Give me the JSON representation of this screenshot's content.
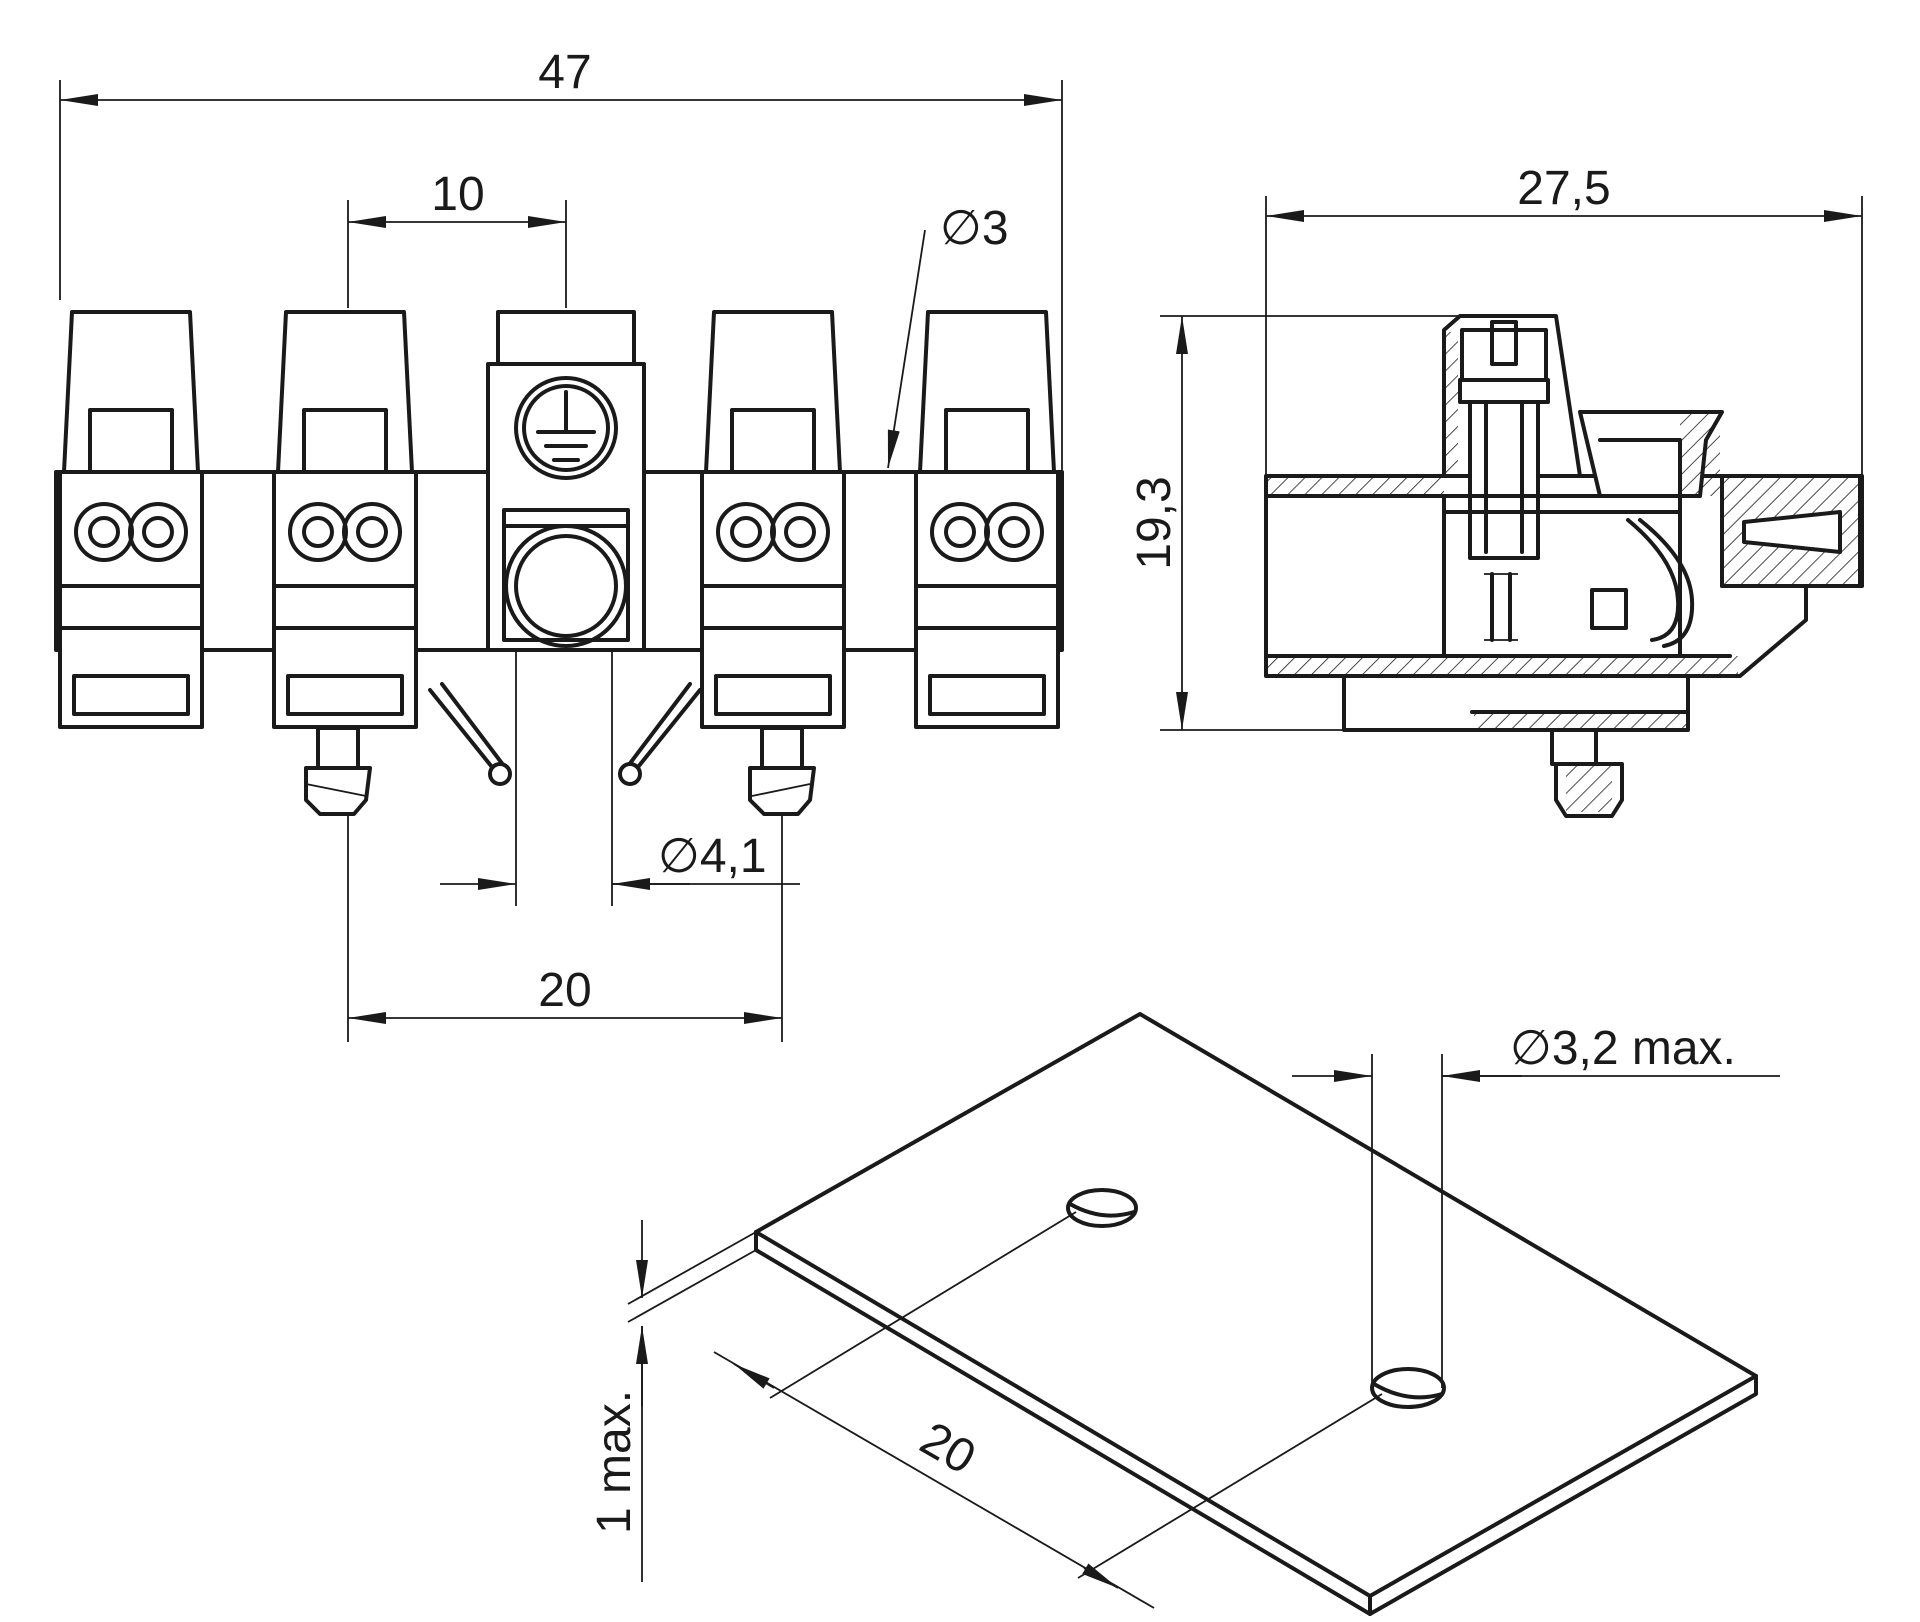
{
  "dimensions": {
    "overall_width": "47",
    "pitch": "10",
    "wire_hole": "∅3",
    "side_width": "27,5",
    "height": "19,3",
    "screw_hole": "∅4,1",
    "pin_spacing": "20",
    "plate_hole": "∅3,2 max.",
    "plate_thickness": "1 max.",
    "plate_hole_spacing": "20"
  },
  "colors": {
    "line": "#1a1a1a",
    "background": "#ffffff"
  }
}
